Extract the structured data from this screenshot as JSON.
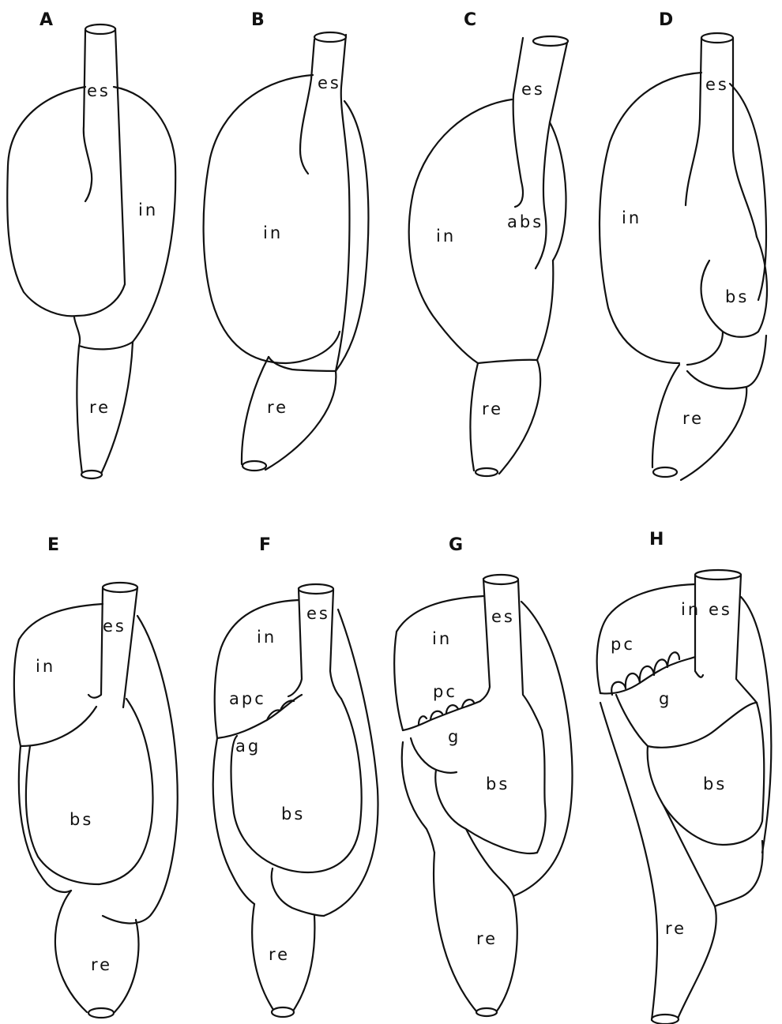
{
  "panels": [
    {
      "id": "A",
      "labels": {
        "es": "es",
        "in": "in",
        "re": "re"
      }
    },
    {
      "id": "B",
      "labels": {
        "es": "es",
        "in": "in",
        "re": "re"
      }
    },
    {
      "id": "C",
      "labels": {
        "es": "es",
        "abs": "abs",
        "in": "in",
        "re": "re"
      }
    },
    {
      "id": "D",
      "labels": {
        "es": "es",
        "in": "in",
        "bs": "bs",
        "re": "re"
      }
    },
    {
      "id": "E",
      "labels": {
        "es": "es",
        "in": "in",
        "bs": "bs",
        "re": "re"
      }
    },
    {
      "id": "F",
      "labels": {
        "in": "in",
        "es": "es",
        "apc": "apc",
        "ag": "ag",
        "bs": "bs",
        "re": "re"
      }
    },
    {
      "id": "G",
      "labels": {
        "in": "in",
        "es": "es",
        "pc": "pc",
        "g": "g",
        "bs": "bs",
        "re": "re"
      }
    },
    {
      "id": "H",
      "labels": {
        "in": "in",
        "es": "es",
        "pc": "pc",
        "g": "g",
        "bs": "bs",
        "re": "re"
      }
    }
  ]
}
